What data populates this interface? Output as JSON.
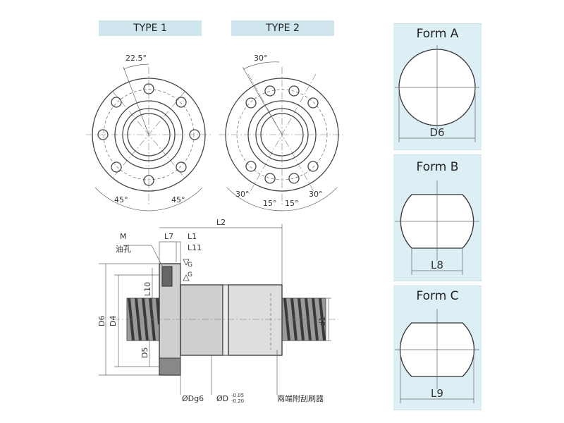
{
  "types": {
    "type1_label": "TYPE 1",
    "type2_label": "TYPE 2",
    "type1_angle_top": "22.5°",
    "type1_angle_left": "45°",
    "type1_angle_right": "45°",
    "type2_angle_top": "30°",
    "type2_angle_bottom": [
      "30°",
      "15°",
      "15°",
      "30°"
    ]
  },
  "section": {
    "labels": {
      "M": "M",
      "oil_hole": "油孔",
      "L7": "L7",
      "L1": "L1",
      "L11": "L11",
      "L2": "L2",
      "G1": "G",
      "G2": "G",
      "L10": "L10",
      "D6": "D6",
      "D4": "D4",
      "D5": "D5",
      "d1": "d1",
      "Dg6": "ØDg6",
      "D": "ØD",
      "tol_upper": "-0.05",
      "tol_lower": "-0.20",
      "wiper_note": "兩端附刮刷器"
    }
  },
  "forms": [
    {
      "title": "Form A",
      "dim": "D6"
    },
    {
      "title": "Form B",
      "dim": "L8"
    },
    {
      "title": "Form C",
      "dim": "L9"
    }
  ]
}
